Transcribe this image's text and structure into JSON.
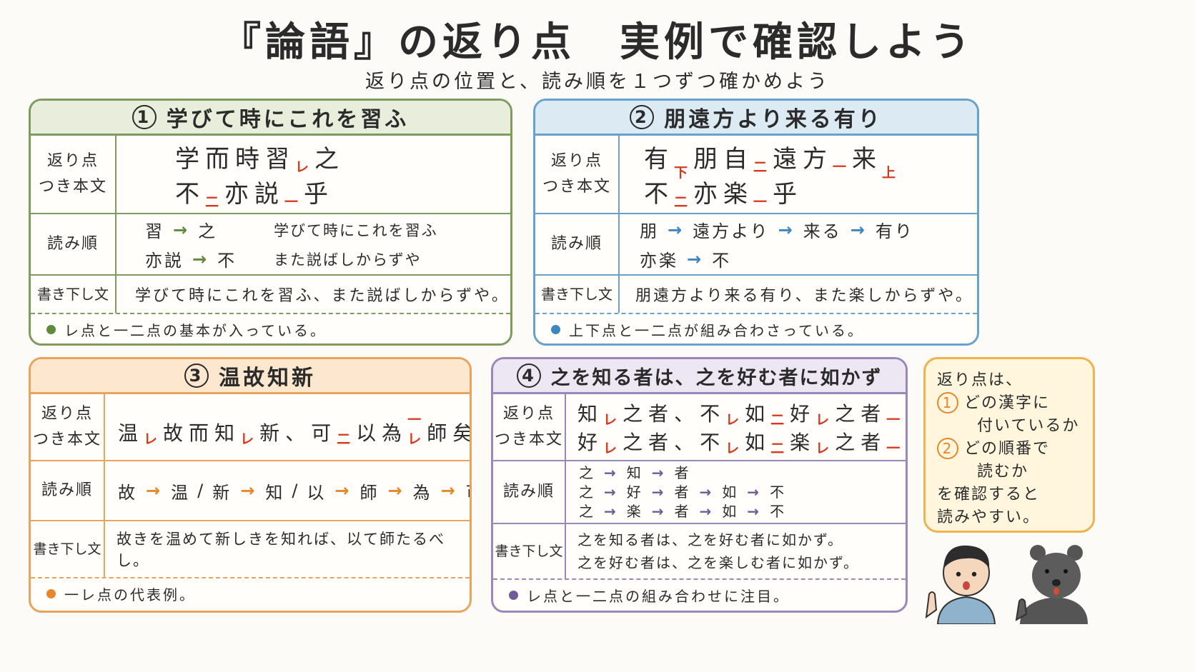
{
  "title": "『論語』の返り点　実例で確認しよう",
  "subtitle": "返り点の位置と、読み順を１つずつ確かめよう",
  "labels": {
    "text": [
      "返り点",
      "つき本文"
    ],
    "order": "読み順",
    "kakikudashi": "書き下し文"
  },
  "arrow": "→",
  "cards": [
    {
      "num": "1",
      "title": "学びて時にこれを習ふ",
      "accent": "#7d9c5e",
      "text_lines": [
        [
          {
            "k": "学"
          },
          {
            "k": "而"
          },
          {
            "k": "時"
          },
          {
            "k": "習",
            "m": "レ"
          },
          {
            "k": "之"
          }
        ],
        [
          {
            "k": "不",
            "m": "二"
          },
          {
            "k": "亦"
          },
          {
            "k": "説",
            "m": "一"
          },
          {
            "k": "乎"
          }
        ]
      ],
      "order_rows": [
        {
          "seq": [
            "習",
            "之"
          ],
          "reading": "学びて時にこれを習ふ"
        },
        {
          "seq": [
            "亦説",
            "不"
          ],
          "reading": "また説ばしからずや"
        }
      ],
      "kakikudashi": [
        "学びて時にこれを習ふ、また説ばしからずや。"
      ],
      "note": "レ点と一二点の基本が入っている。"
    },
    {
      "num": "2",
      "title": "朋遠方より来る有り",
      "accent": "#6aa0cc",
      "text_lines": [
        [
          {
            "k": "有",
            "m": "下"
          },
          {
            "k": "朋"
          },
          {
            "k": "自",
            "m": "二"
          },
          {
            "k": "遠"
          },
          {
            "k": "方",
            "m": "一"
          },
          {
            "k": "来",
            "m": "上"
          }
        ],
        [
          {
            "k": "不",
            "m": "二"
          },
          {
            "k": "亦"
          },
          {
            "k": "楽",
            "m": "一"
          },
          {
            "k": "乎"
          }
        ]
      ],
      "order_rows": [
        {
          "seq": [
            "朋",
            "遠方より",
            "来る",
            "有り"
          ]
        },
        {
          "seq": [
            "亦楽",
            "不"
          ]
        }
      ],
      "kakikudashi": [
        "朋遠方より来る有り、また楽しからずや。"
      ],
      "note": "上下点と一二点が組み合わさっている。"
    },
    {
      "num": "3",
      "title": "温故知新",
      "accent": "#e8862a",
      "text_lines": [
        [
          {
            "k": "温",
            "m": "レ"
          },
          {
            "k": "故"
          },
          {
            "k": "而"
          },
          {
            "k": "知",
            "m": "レ"
          },
          {
            "k": "新"
          },
          {
            "k": "、"
          },
          {
            "k": "可",
            "m": "二"
          },
          {
            "k": "以"
          },
          {
            "k": "為",
            "m": "一レ"
          },
          {
            "k": "師"
          },
          {
            "k": "矣"
          }
        ]
      ],
      "order_rows": [
        {
          "seq": [
            "故",
            "温",
            "/",
            "新",
            "知",
            "/",
            "以",
            "師",
            "為",
            "可"
          ]
        }
      ],
      "kakikudashi": [
        "故きを温めて新しきを知れば、以て師たるべし。"
      ],
      "note": "一レ点の代表例。"
    },
    {
      "num": "4",
      "title": "之を知る者は、之を好む者に如かず",
      "accent": "#9988b8",
      "text_lines": [
        [
          {
            "k": "知",
            "m": "レ"
          },
          {
            "k": "之"
          },
          {
            "k": "者"
          },
          {
            "k": "、"
          },
          {
            "k": "不",
            "m": "レ"
          },
          {
            "k": "如",
            "m": "二"
          },
          {
            "k": "好",
            "m": "レ"
          },
          {
            "k": "之"
          },
          {
            "k": "者",
            "m": "一"
          }
        ],
        [
          {
            "k": "好",
            "m": "レ"
          },
          {
            "k": "之"
          },
          {
            "k": "者"
          },
          {
            "k": "、"
          },
          {
            "k": "不",
            "m": "レ"
          },
          {
            "k": "如",
            "m": "二"
          },
          {
            "k": "楽",
            "m": "レ"
          },
          {
            "k": "之"
          },
          {
            "k": "者",
            "m": "一"
          }
        ]
      ],
      "order_rows": [
        {
          "seq": [
            "之",
            "知",
            "者"
          ]
        },
        {
          "seq": [
            "之",
            "好",
            "者",
            "如",
            "不"
          ]
        },
        {
          "seq": [
            "之",
            "楽",
            "者",
            "如",
            "不"
          ]
        }
      ],
      "kakikudashi": [
        "之を知る者は、之を好む者に如かず。",
        "之を好む者は、之を楽しむ者に如かず。"
      ],
      "note": "レ点と一二点の組み合わせに注目。"
    }
  ],
  "bubble": {
    "line1": "返り点は、",
    "item1_num": "1",
    "item1_a": "どの漢字に",
    "item1_b": "付いているか",
    "item2_num": "2",
    "item2_a": "どの順番で",
    "item2_b": "読むか",
    "line_end1": "を確認すると",
    "line_end2": "読みやすい。"
  }
}
